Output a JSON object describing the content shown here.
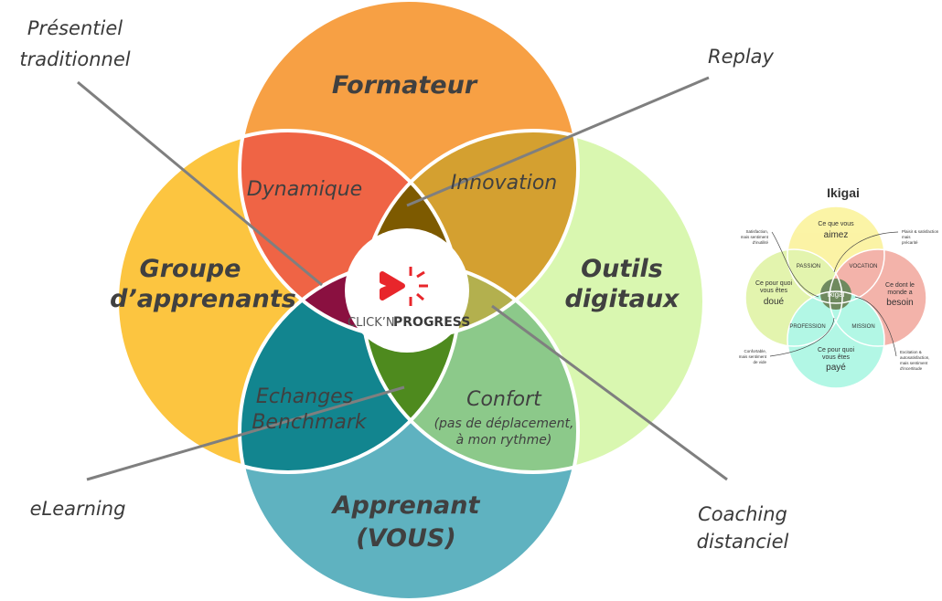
{
  "circles": {
    "top": "Formateur",
    "left_1": "Groupe",
    "left_2": "d’apprenants",
    "right_1": "Outils",
    "right_2": "digitaux",
    "bottom_1": "Apprenant",
    "bottom_2": "(VOUS)"
  },
  "intersections": {
    "top_left": "Dynamique",
    "top_right": "Innovation",
    "left_bottom_1": "Echanges",
    "left_bottom_2": "Benchmark",
    "right_bottom_1": "Confort",
    "right_bottom_2": "(pas de déplacement,",
    "right_bottom_3": "à mon rythme)"
  },
  "callouts": {
    "presentiel_1": "Présentiel",
    "presentiel_2": "traditionnel",
    "replay": "Replay",
    "elearning": "eLearning",
    "coaching_1": "Coaching",
    "coaching_2": "distanciel"
  },
  "logo": {
    "text_light": "CLICK’N",
    "text_bold": "PROGRESS"
  },
  "ikigai": {
    "title": "Ikigai",
    "top_1": "Ce que vous",
    "top_2": "aimez",
    "left_1": "Ce pour quoi",
    "left_2": "vous êtes",
    "left_3": "doué",
    "right_1": "Ce dont le",
    "right_2": "monde a",
    "right_3": "besoin",
    "bottom_1": "Ce pour quoi",
    "bottom_2": "vous êtes",
    "bottom_3": "payé",
    "passion": "PASSION",
    "vocation": "VOCATION",
    "profession": "PROFESSION",
    "mission": "MISSION",
    "center": "Ikigai",
    "note_tl_1": "Satisfaction,",
    "note_tl_2": "mais sentiment",
    "note_tl_3": "d'inutilité",
    "note_tr_1": "Plaisir & satisfaction",
    "note_tr_2": "mais",
    "note_tr_3": "précarité",
    "note_bl_1": "Confortable,",
    "note_bl_2": "mais sentiment",
    "note_bl_3": "de vide",
    "note_br_1": "Excitation &",
    "note_br_2": "autosatisfaction,",
    "note_br_3": "mais sentiment",
    "note_br_4": "d'incertitude"
  },
  "colors": {
    "top": "#f7a044",
    "left": "#fcc540",
    "right": "#d9f7b0",
    "bottom": "#5fb2c0",
    "top_left": "#ef6445",
    "top_right": "#d4a030",
    "left_bottom": "#12858f",
    "right_bottom": "#8cc98a",
    "tlr": "#7d5a00",
    "tlb": "#8a1040",
    "trb": "#b3b04e",
    "lrb": "#4e8a1e",
    "logo": "#e8262b"
  }
}
